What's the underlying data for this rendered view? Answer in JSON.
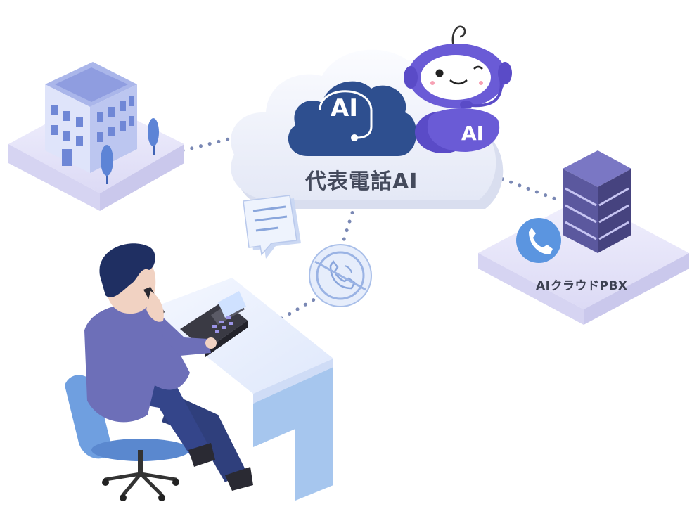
{
  "cloud": {
    "title": "代表電話AI",
    "badge": "AI"
  },
  "robot": {
    "badge": "AI"
  },
  "server": {
    "label": "AIクラウドPBX"
  },
  "colors": {
    "platform": "#e9e8fb",
    "cloud": "#f3f5fb",
    "ai_badge": "#2e4f8f",
    "robot": "#6a5bd6",
    "server": "#4d4a8c",
    "phone_icon": "#5b95e0",
    "dots": "#7a88b4",
    "person_suit": "#6d6fb8",
    "desk": "#e8efff",
    "chair": "#6f9fe0"
  },
  "icons": [
    "office-building-icon",
    "tree-icon",
    "chat-bubble-icon",
    "phone-call-icon",
    "headset-icon",
    "server-rack-icon",
    "robot-mascot-icon",
    "desk-phone-icon"
  ]
}
